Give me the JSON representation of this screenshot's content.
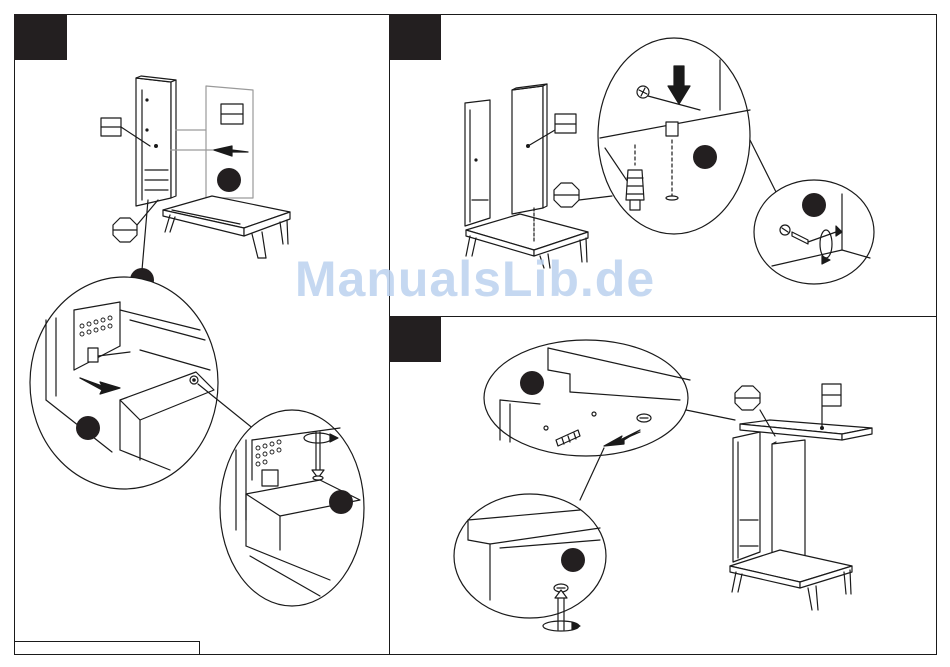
{
  "document": {
    "watermark_text": "ManualsLib.de",
    "steps": [
      {
        "id": "panel-top-left"
      },
      {
        "id": "panel-top-right"
      },
      {
        "id": "panel-bottom-right"
      }
    ],
    "colors": {
      "line": "#1a1a1a",
      "tab": "#231f20",
      "watermark": "#bcd2ef"
    }
  }
}
